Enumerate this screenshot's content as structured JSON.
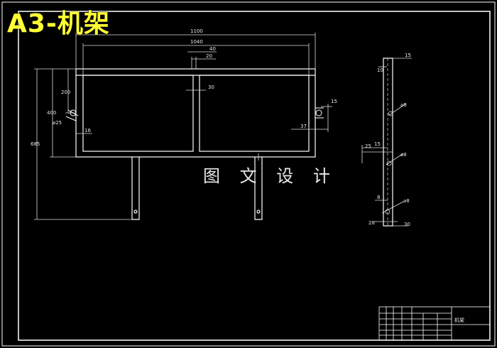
{
  "title": "A3-机架",
  "watermark": "图 文 设 计",
  "dimensions": {
    "overall_width": "1100",
    "inner_width": "1040",
    "center_40": "40",
    "center_20": "20",
    "mid_30": "30",
    "height_200": "200",
    "height_400": "400",
    "height_685": "685",
    "diameter_25": "⌀25",
    "offset_16": "16",
    "offset_15_right": "15",
    "offset_37": "37"
  },
  "side_view": {
    "top_15": "15",
    "top_10": "10",
    "phi8_a": "⌀8",
    "dim_25": "25",
    "dim_15": "15",
    "phi8_b": "⌀8",
    "dim_8": "8",
    "phi8_c": "⌀8",
    "dim_28": "28",
    "dim_30": "30"
  },
  "title_block": {
    "part_name": "机架"
  },
  "colors": {
    "background": "#000000",
    "line": "#ffffff",
    "dim": "#e0e0e0",
    "title": "#ffff33"
  }
}
